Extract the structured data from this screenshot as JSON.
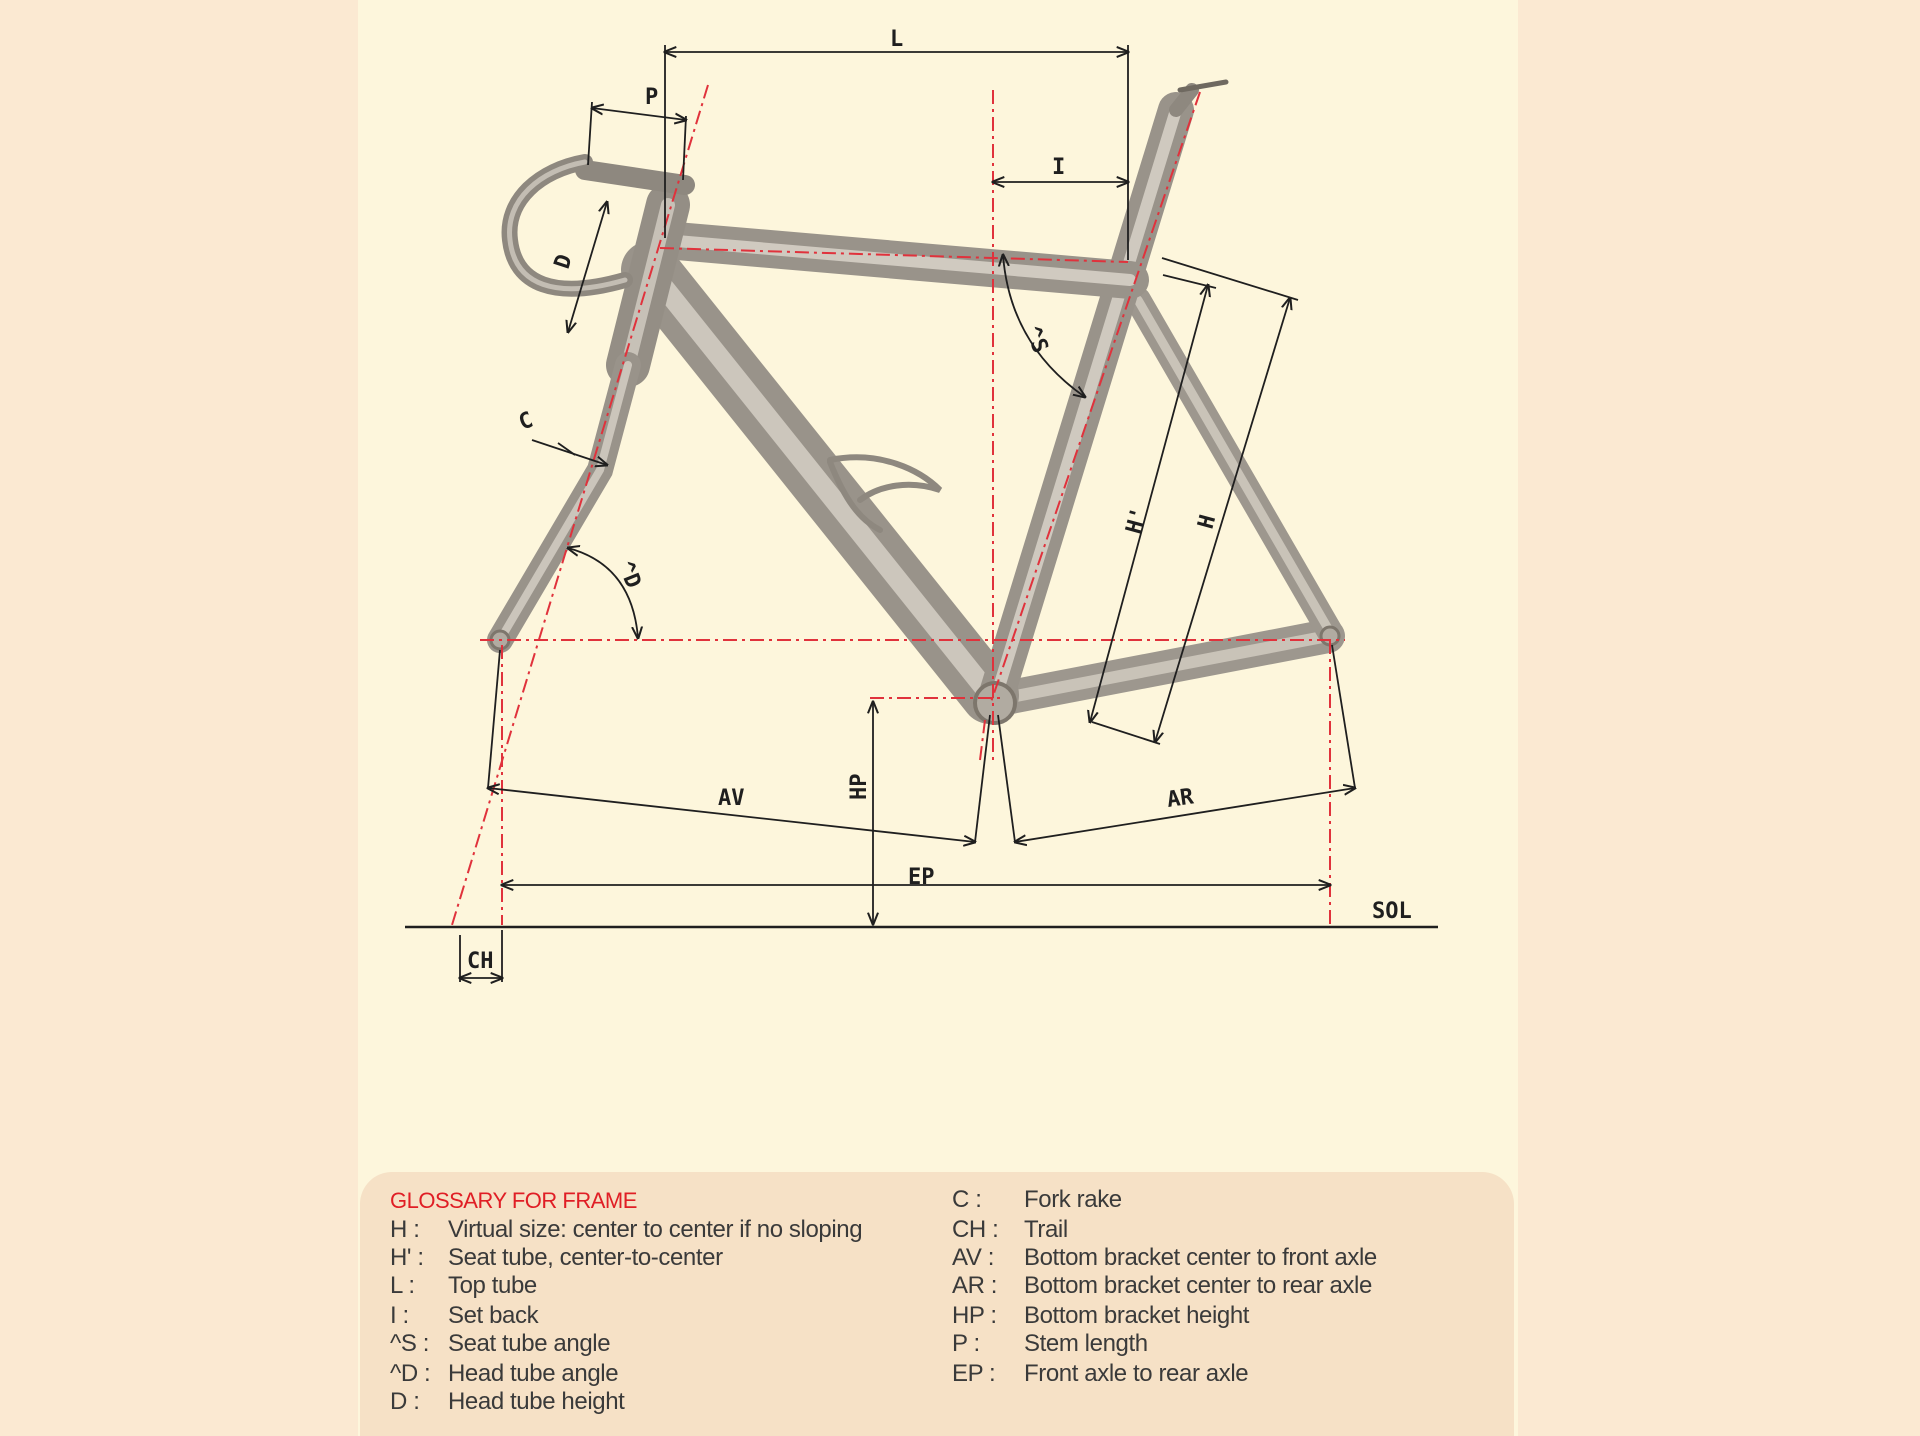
{
  "diagram": {
    "labels": {
      "L": "L",
      "P": "P",
      "I": "I",
      "D": "D",
      "S_angle": "^S",
      "C": "C",
      "D_angle": "^D",
      "H_prime": "H'",
      "H": "H",
      "HP": "HP",
      "AV": "AV",
      "AR": "AR",
      "EP": "EP",
      "SOL": "SOL",
      "CH": "CH"
    },
    "colors": {
      "frame": "#a8a29a",
      "frame_dark": "#7d766c",
      "construction": "#e0323c",
      "dimension": "#1f1f1f",
      "panel": "#fdf6dc",
      "glossary_bg": "#f6e1c6"
    }
  },
  "glossary": {
    "title": "GLOSSARY FOR FRAME",
    "left": [
      {
        "key": "H :",
        "value": "Virtual size: center to center if no sloping"
      },
      {
        "key": "H' :",
        "value": "Seat tube, center-to-center"
      },
      {
        "key": "L :",
        "value": "Top tube"
      },
      {
        "key": "I :",
        "value": "Set back"
      },
      {
        "key": "^S :",
        "value": "Seat tube angle"
      },
      {
        "key": "^D :",
        "value": "Head tube angle"
      },
      {
        "key": "D :",
        "value": "Head tube height"
      }
    ],
    "right": [
      {
        "key": "C :",
        "value": "Fork rake"
      },
      {
        "key": "CH :",
        "value": "Trail"
      },
      {
        "key": "AV :",
        "value": "Bottom bracket center to front axle"
      },
      {
        "key": "AR :",
        "value": "Bottom bracket center to rear axle"
      },
      {
        "key": "HP :",
        "value": "Bottom bracket height"
      },
      {
        "key": "P :",
        "value": "Stem length"
      },
      {
        "key": "EP :",
        "value": "Front axle to rear axle"
      }
    ]
  }
}
